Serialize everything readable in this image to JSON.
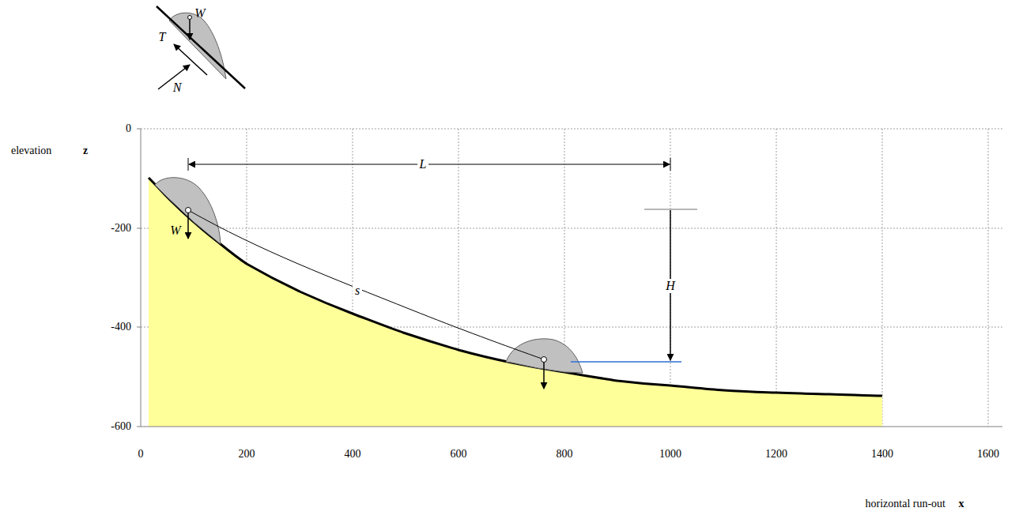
{
  "diagram": {
    "labels": [
      "T",
      "W",
      "N",
      "elevation",
      "z",
      "L",
      "H",
      "W",
      "s",
      "0",
      "-200",
      "-400",
      "-600",
      "0",
      "200",
      "400",
      "600",
      "800",
      "1000",
      "1200",
      "1400",
      "1600",
      "horizontal run-out",
      "x"
    ]
  }
}
